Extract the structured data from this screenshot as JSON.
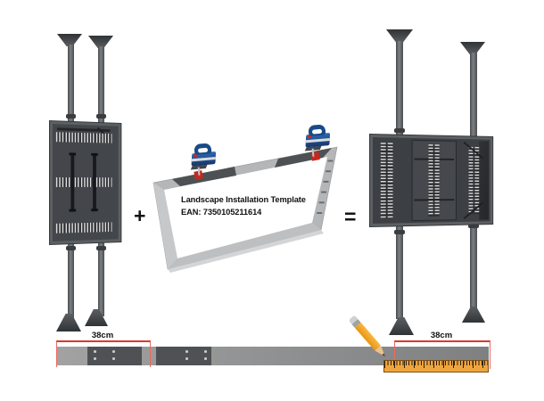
{
  "scene": {
    "background": "#ffffff"
  },
  "equation": {
    "plus": "+",
    "equals": "="
  },
  "template": {
    "title": "Landscape Installation Template",
    "ean": "EAN: 7350105211614"
  },
  "measurements": {
    "left_label": "38cm",
    "right_label": "38cm"
  },
  "colors": {
    "dimension_red": "#d93a31",
    "ruler_orange": "#efa53e",
    "pencil_orange": "#f3a42c",
    "jigsaw_blue": "#1a4a86",
    "display_gray": "#43464a",
    "template_gray": "#b4b6b8",
    "bar_gray": "#8e9092"
  },
  "icons": {
    "jigsaw": "jigsaw-tool-icon",
    "pencil": "pencil-icon",
    "ruler": "ruler-icon",
    "ceiling_mount": "ceiling-cap-icon",
    "floor_mount": "floor-foot-icon"
  }
}
